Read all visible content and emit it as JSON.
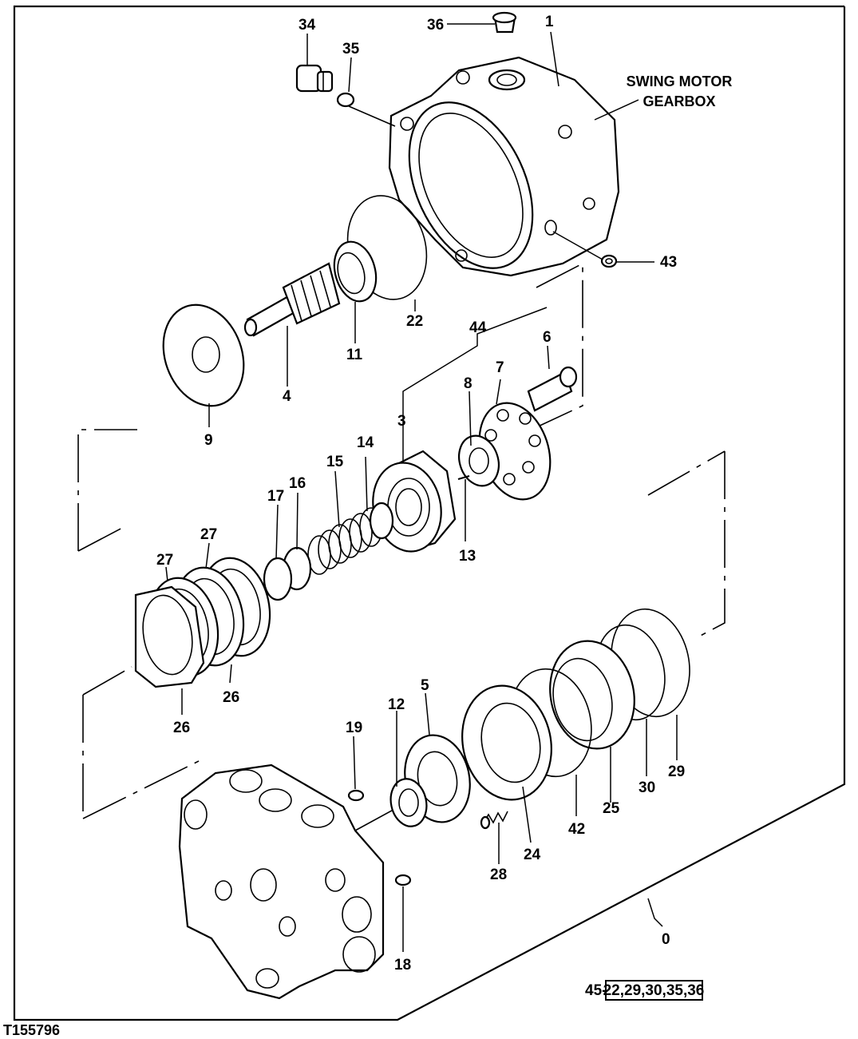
{
  "figure_id": "T155796",
  "callout_text": "SWING MOTOR\nGEARBOX",
  "kit_prefix": "45-",
  "kit_contents": "22,29,30,35,36",
  "labels": [
    "0",
    "1",
    "3",
    "4",
    "5",
    "6",
    "7",
    "8",
    "9",
    "11",
    "12",
    "13",
    "14",
    "15",
    "16",
    "17",
    "18",
    "19",
    "22",
    "24",
    "25",
    "26",
    "26",
    "27",
    "27",
    "28",
    "29",
    "30",
    "34",
    "35",
    "36",
    "42",
    "43",
    "44"
  ]
}
